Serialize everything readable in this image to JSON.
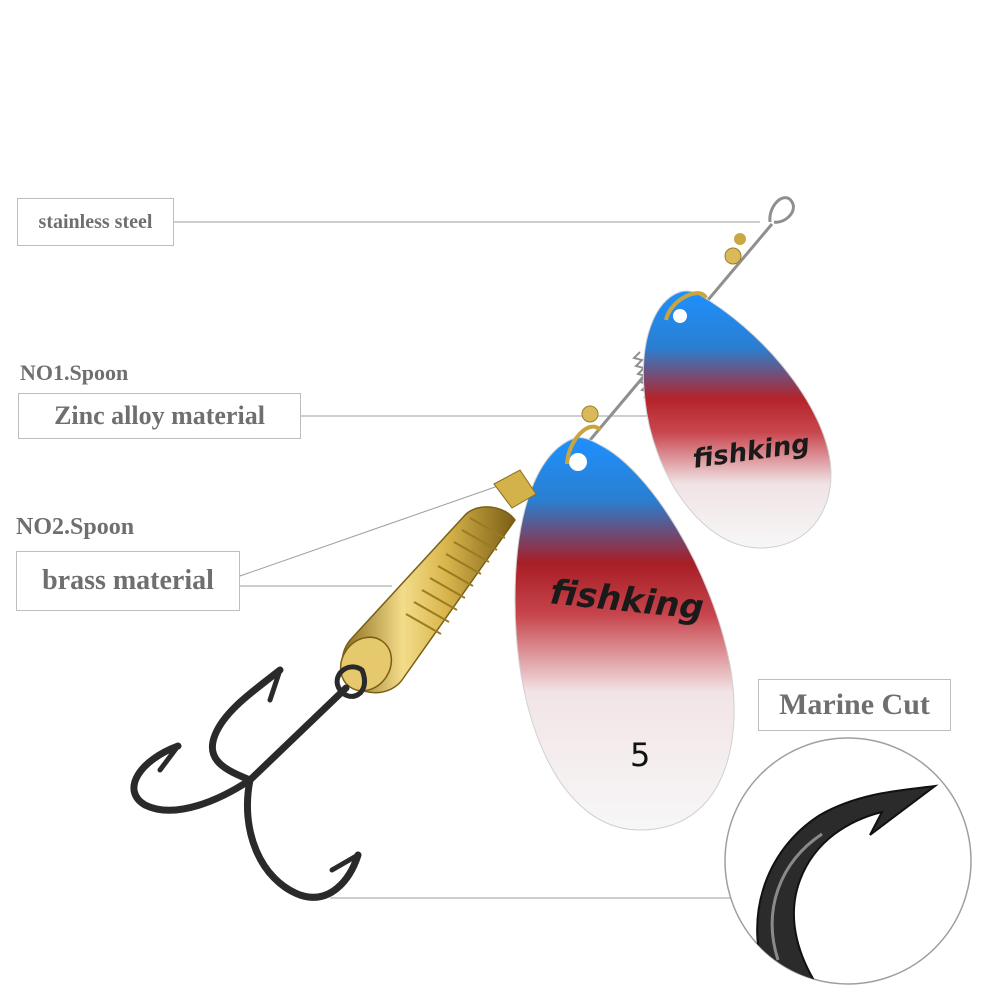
{
  "labels": {
    "stainless_steel": "stainless steel",
    "no1_spoon": "NO1.Spoon",
    "zinc_alloy": "Zinc alloy material",
    "no2_spoon": "NO2.Spoon",
    "brass_material": "brass material",
    "marine_cut": "Marine Cut"
  },
  "lure": {
    "brand_small_blade": "fishking",
    "brand_large_blade": "fishking",
    "size_number": "5"
  },
  "colors": {
    "blade_top": "#1e88e5",
    "blade_middle": "#b3262a",
    "blade_bottom": "#f4f4f4",
    "brass": "#d4b24a",
    "hook": "#2a2a2a",
    "label_text": "#6f6f6f",
    "leader_line": "#9e9e9e"
  }
}
